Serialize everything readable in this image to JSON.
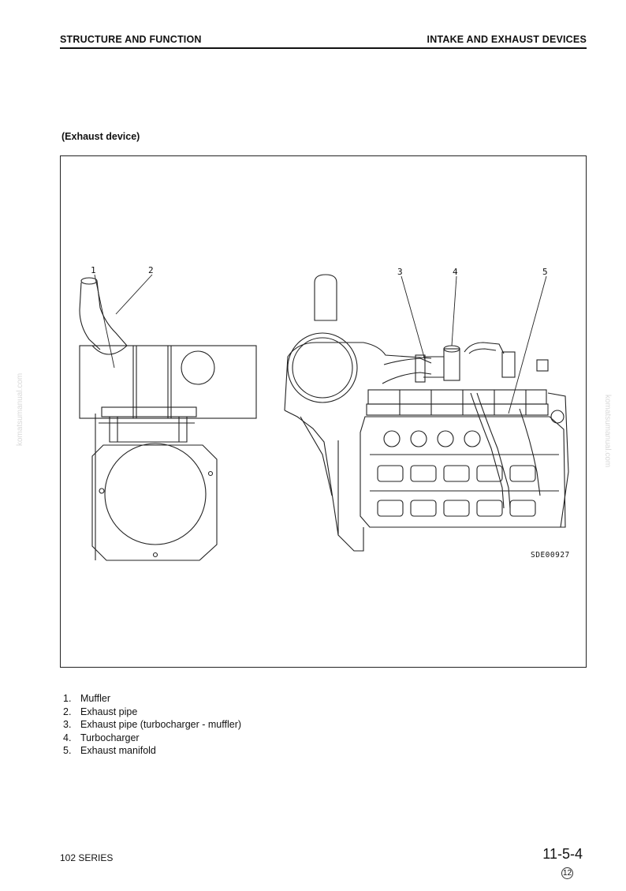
{
  "header": {
    "left": "STRUCTURE AND FUNCTION",
    "right": "INTAKE AND EXHAUST DEVICES"
  },
  "section_title": "(Exhaust device)",
  "figure": {
    "callouts": [
      "1",
      "2",
      "3",
      "4",
      "5"
    ],
    "code": "SDE00927"
  },
  "legend": [
    {
      "num": "1.",
      "text": "Muffler"
    },
    {
      "num": "2.",
      "text": "Exhaust pipe"
    },
    {
      "num": "3.",
      "text": "Exhaust pipe (turbocharger - muffler)"
    },
    {
      "num": "4.",
      "text": "Turbocharger"
    },
    {
      "num": "5.",
      "text": "Exhaust manifold"
    }
  ],
  "footer": {
    "series": "102 SERIES",
    "page": "11-5-4",
    "revision": "12"
  },
  "watermark": "komatsumanual.com"
}
